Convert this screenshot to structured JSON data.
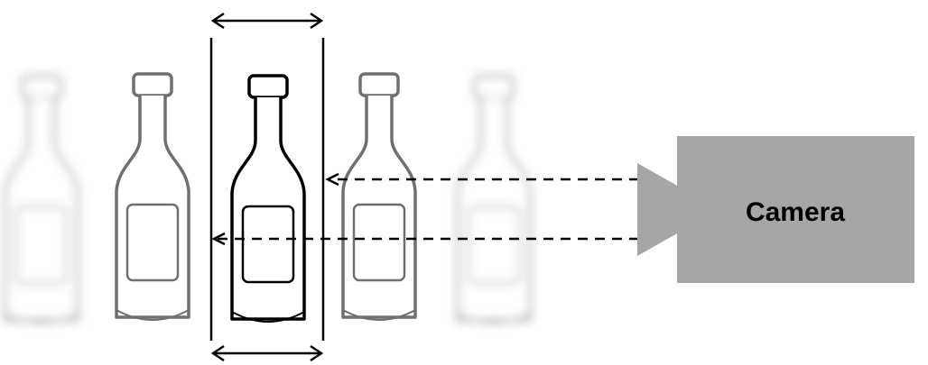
{
  "camera": {
    "label": "Camera"
  },
  "colors": {
    "camera_body": "#a6a6a6",
    "line": "#000000",
    "blurred_bottle": "#9a9a9a",
    "background": "#ffffff"
  },
  "bottles": [
    {
      "name": "bottle-far-left",
      "focus": "blurred"
    },
    {
      "name": "bottle-left",
      "focus": "sharp"
    },
    {
      "name": "bottle-center",
      "focus": "in-focus"
    },
    {
      "name": "bottle-right",
      "focus": "sharp"
    },
    {
      "name": "bottle-far-right",
      "focus": "blurred"
    }
  ]
}
